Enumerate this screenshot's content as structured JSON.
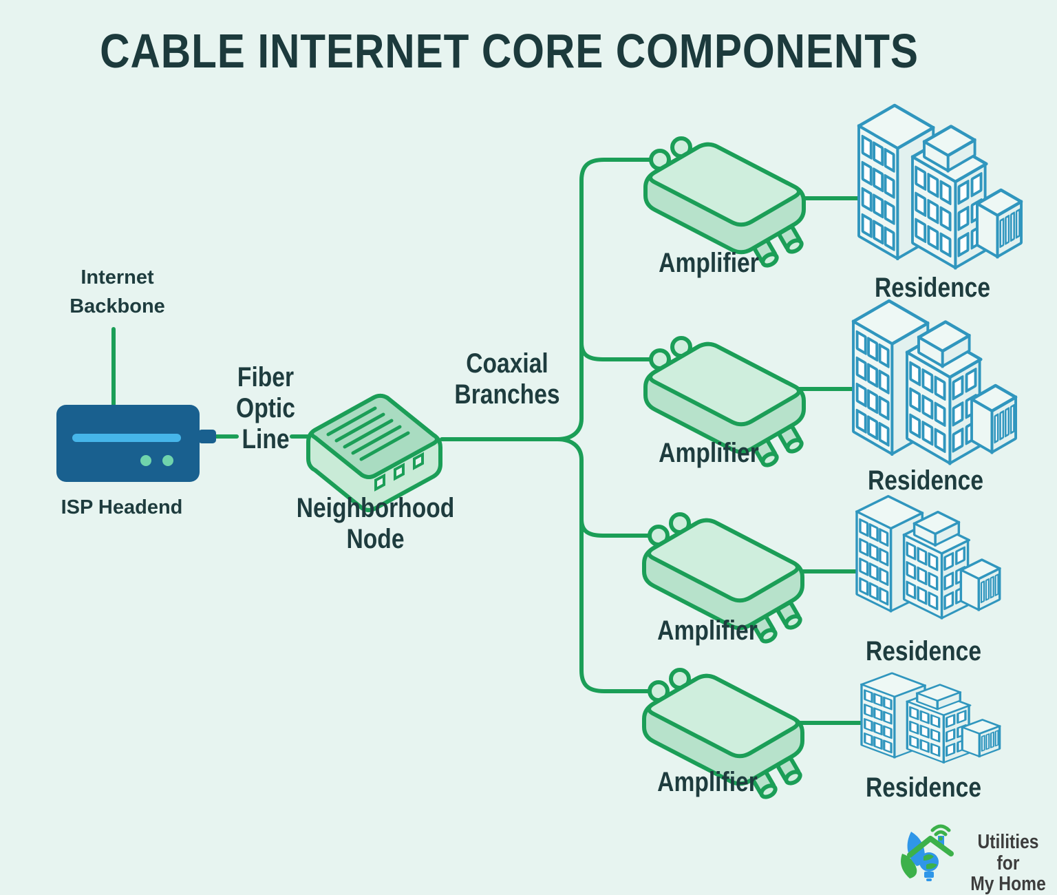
{
  "title": "CABLE INTERNET CORE COMPONENTS",
  "colors": {
    "background": "#e7f4f0",
    "line_green": "#1b9e57",
    "device_top_green": "#cfeedd",
    "device_side_green": "#b7e2cb",
    "node_top_green": "#a9dcc1",
    "node_side_green": "#c9ebd7",
    "building_blue": "#3096be",
    "building_face": "#edf7f4",
    "headend_blue": "#19608f",
    "headend_stripe_blue": "#46b5e9",
    "headend_dot_teal": "#70d4ac",
    "text_dark": "#1e3c3e",
    "logo_green": "#3cb14a",
    "logo_blue": "#2f96e8"
  },
  "nodes": {
    "internet_backbone": {
      "label": "Internet Backbone"
    },
    "isp_headend": {
      "label": "ISP Headend"
    },
    "fiber_optic_line": {
      "label": "Fiber Optic Line"
    },
    "neighborhood_node": {
      "label": "Neighborhood Node"
    },
    "coaxial_branches": {
      "label": "Coaxial Branches"
    }
  },
  "branches": [
    {
      "amplifier_label": "Amplifier",
      "residence_label": "Residence"
    },
    {
      "amplifier_label": "Amplifier",
      "residence_label": "Residence"
    },
    {
      "amplifier_label": "Amplifier",
      "residence_label": "Residence"
    },
    {
      "amplifier_label": "Amplifier",
      "residence_label": "Residence"
    }
  ],
  "logo": {
    "line1": "Utilities for",
    "line2": "My Home"
  }
}
